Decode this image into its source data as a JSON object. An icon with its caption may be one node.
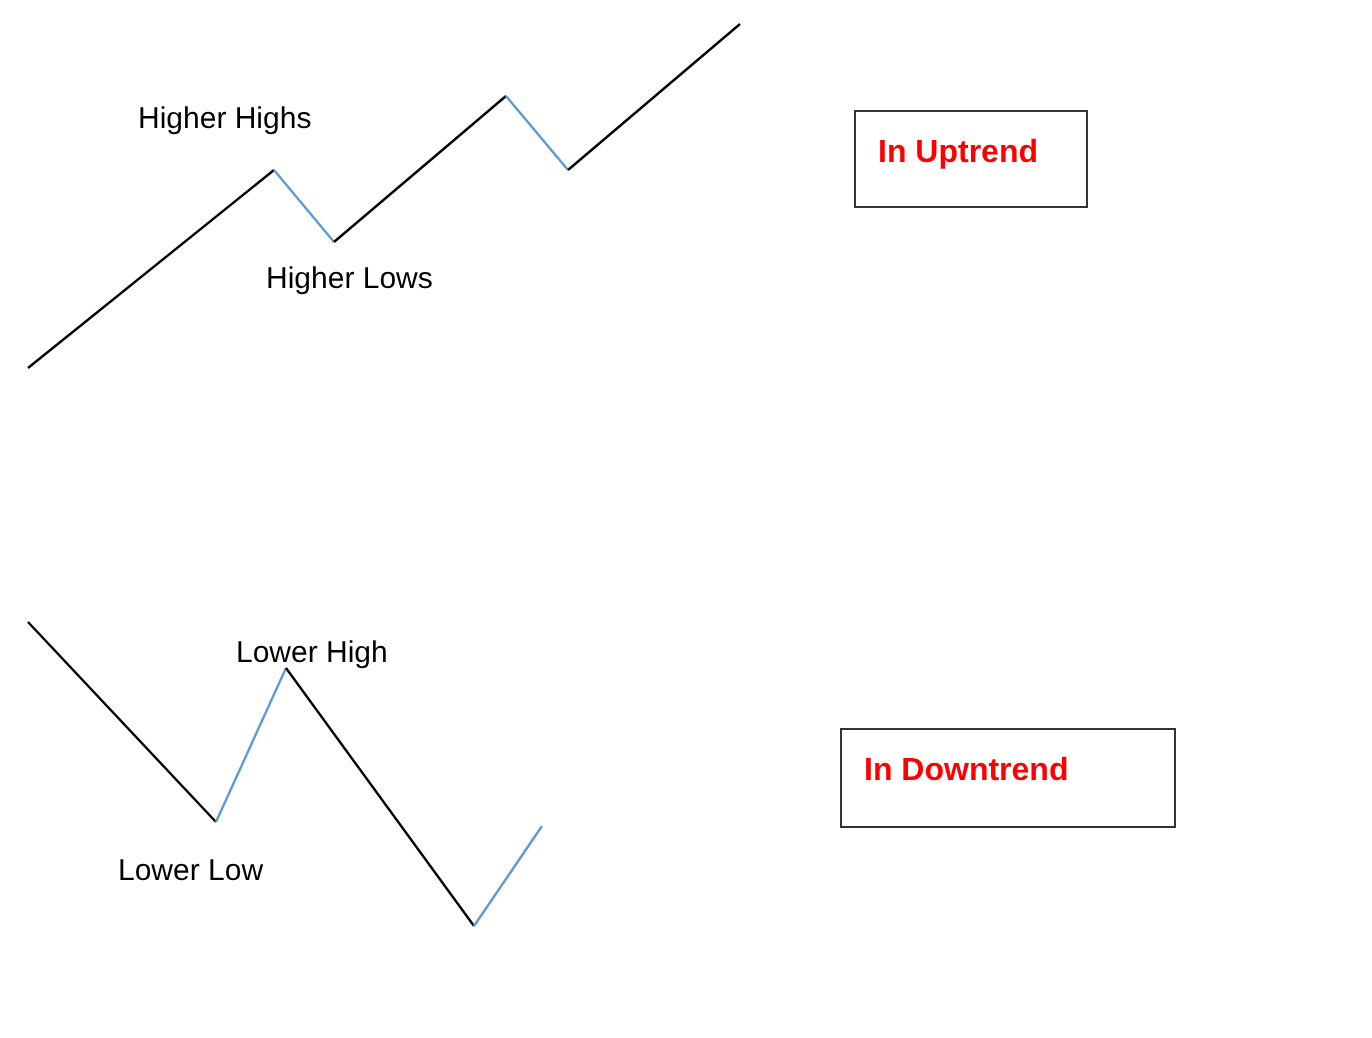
{
  "diagram": {
    "nodes": [
      {
        "text": [
          "In Uptrend"
        ]
      },
      {
        "text": [
          "In Downtrend"
        ]
      }
    ],
    "labels": [
      "Higher Highs",
      "Higher Lows",
      "Lower High",
      "Lower Low"
    ]
  }
}
